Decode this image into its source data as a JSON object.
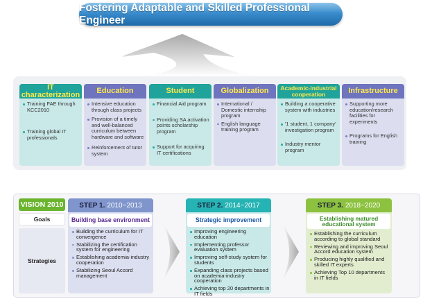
{
  "title": "Fostering Adaptable and Skilled Professional Engineer",
  "pillars": [
    {
      "label": "IT characterization",
      "color": "#20a39a",
      "items": [
        "Training FAE through KCC2010",
        "Training global IT professionals"
      ]
    },
    {
      "label": "Education",
      "color": "#6f74bf",
      "items": [
        "Intensive education through class projects",
        "Provision of a timely and well-balanced curriculum between hardware and software",
        "Reinforcement of tutor system"
      ]
    },
    {
      "label": "Student",
      "color": "#20a39a",
      "items": [
        "Financial Aid program",
        "Providing SA activation points scholarship program",
        "Support for acquiring IT certifications"
      ]
    },
    {
      "label": "Globalization",
      "color": "#6f74bf",
      "items": [
        "International / Domestic internship program",
        "English language training program"
      ]
    },
    {
      "label": "Academic-industrial cooperation",
      "color": "#20a39a",
      "items": [
        "Building a cooperative system with industries",
        "'1 student, 1 company' investigation program",
        "Industry mentor program"
      ]
    },
    {
      "label": "Infrastructure",
      "color": "#6f74bf",
      "items": [
        "Supporting more education/research facilities for experiments",
        "Programs for English training"
      ]
    }
  ],
  "roadmap": {
    "vision_label": "VISION 2010",
    "goals_label": "Goals",
    "strategies_label": "Strategies",
    "steps": [
      {
        "step": "STEP 1.",
        "years": "2010~2013",
        "goal": "Building base environment",
        "color": "#7f95cc",
        "strategies": [
          "Building the curriculum for IT convergence",
          "Stabilizing the certification system for engineering",
          "Establishing academia-industry cooperation",
          "Stabilizing Seoul Accord management"
        ]
      },
      {
        "step": "STEP 2.",
        "years": "2014~2017",
        "goal": "Strategic improvement",
        "color": "#26b3b3",
        "strategies": [
          "Improving engineering education",
          "Implementing professor evaluation system",
          "Improving self-study system for students",
          "Expanding class projects based on academia-industry cooperation",
          "Achieving top 20 departments in IT fields"
        ]
      },
      {
        "step": "STEP 3.",
        "years": "2018~2020",
        "goal": "Establishing matured educational system",
        "color": "#8cc23f",
        "strategies": [
          "Establishing the curriculum according to global standard",
          "Reviewing and improving Seoul Accord education system",
          "Producing highly qualified and skilled IT experts",
          "Achieving Top 10 departments in IT fields"
        ]
      }
    ]
  }
}
